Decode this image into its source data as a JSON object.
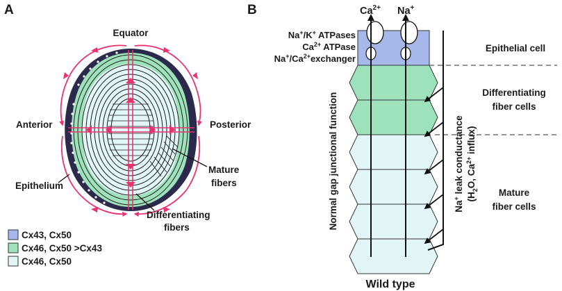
{
  "panel_a": {
    "letter": "A",
    "labels": {
      "equator": "Equator",
      "anterior": "Anterior",
      "posterior": "Posterior",
      "epithelium": "Epithelium",
      "mature_fibers_1": "Mature",
      "mature_fibers_2": "fibers",
      "differentiating_1": "Differentiating",
      "differentiating_2": "fibers"
    },
    "legend": [
      {
        "label": "Cx43, Cx50",
        "color": "#a6b8e9"
      },
      {
        "label": "Cx46, Cx50 >Cx43",
        "color": "#9ee2bc"
      },
      {
        "label": "Cx46, Cx50",
        "color": "#e3f6f7"
      }
    ],
    "colors": {
      "current_arrows": "#e8336e",
      "epithelium_band": "#2b2a4d",
      "differentiating_zone": "#9ee2bc",
      "mature_zone": "#e3f6f7"
    }
  },
  "panel_b": {
    "letter": "B",
    "ions_top": {
      "ca_base": "Ca",
      "ca_sup": "2+",
      "na_base": "Na",
      "na_sup": "+"
    },
    "pumps": {
      "nak_1": "Na",
      "nak_2": "+",
      "nak_3": "/K",
      "nak_4": "+",
      "nak_5": " ATPases",
      "ca_1": "Ca",
      "ca_2": "2+",
      "ca_3": " ATPase",
      "ncx_1": "Na",
      "ncx_2": "+",
      "ncx_3": "/Ca",
      "ncx_4": "2+",
      "ncx_5": "exchanger"
    },
    "zones": {
      "epithelial": "Epithelial cell",
      "diff_1": "Differentiating",
      "diff_2": "fiber cells",
      "mature_1": "Mature",
      "mature_2": "fiber cells"
    },
    "left_vertical": "Normal gap junctional function",
    "leak_1": {
      "a": "Na",
      "b": "+",
      "c": " leak conductance"
    },
    "leak_2": {
      "a": "(H",
      "b": "2",
      "c": "O, Ca",
      "d": "2+",
      "e": " influx)"
    },
    "bottom": "Wild type",
    "colors": {
      "epithelial": "#a6b8e9",
      "differentiating": "#9ee2bc",
      "mature": "#e3f6f7"
    }
  }
}
